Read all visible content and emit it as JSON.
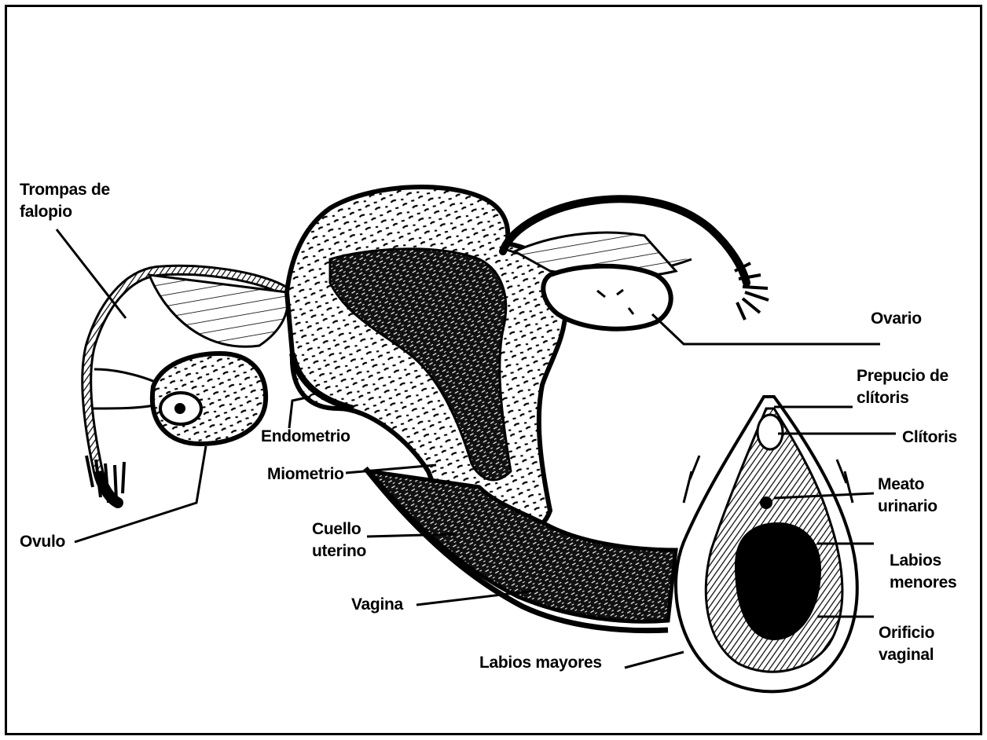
{
  "colors": {
    "ink": "#000000",
    "paper": "#ffffff"
  },
  "labels": {
    "trompas": [
      "Trompas de",
      "falopio"
    ],
    "ovario": "Ovario",
    "prepucio": [
      "Prepucio de",
      "clítoris"
    ],
    "clitoris": "Clítoris",
    "meato": [
      "Meato",
      "urinario"
    ],
    "labios_menores": [
      "Labios",
      "menores"
    ],
    "orificio": [
      "Orificio",
      "vaginal"
    ],
    "labios_mayores": "Labios mayores",
    "vagina": "Vagina",
    "cuello": [
      "Cuello",
      "uterino"
    ],
    "miometrio": "Miometrio",
    "endometrio": "Endometrio",
    "ovulo": "Ovulo"
  }
}
